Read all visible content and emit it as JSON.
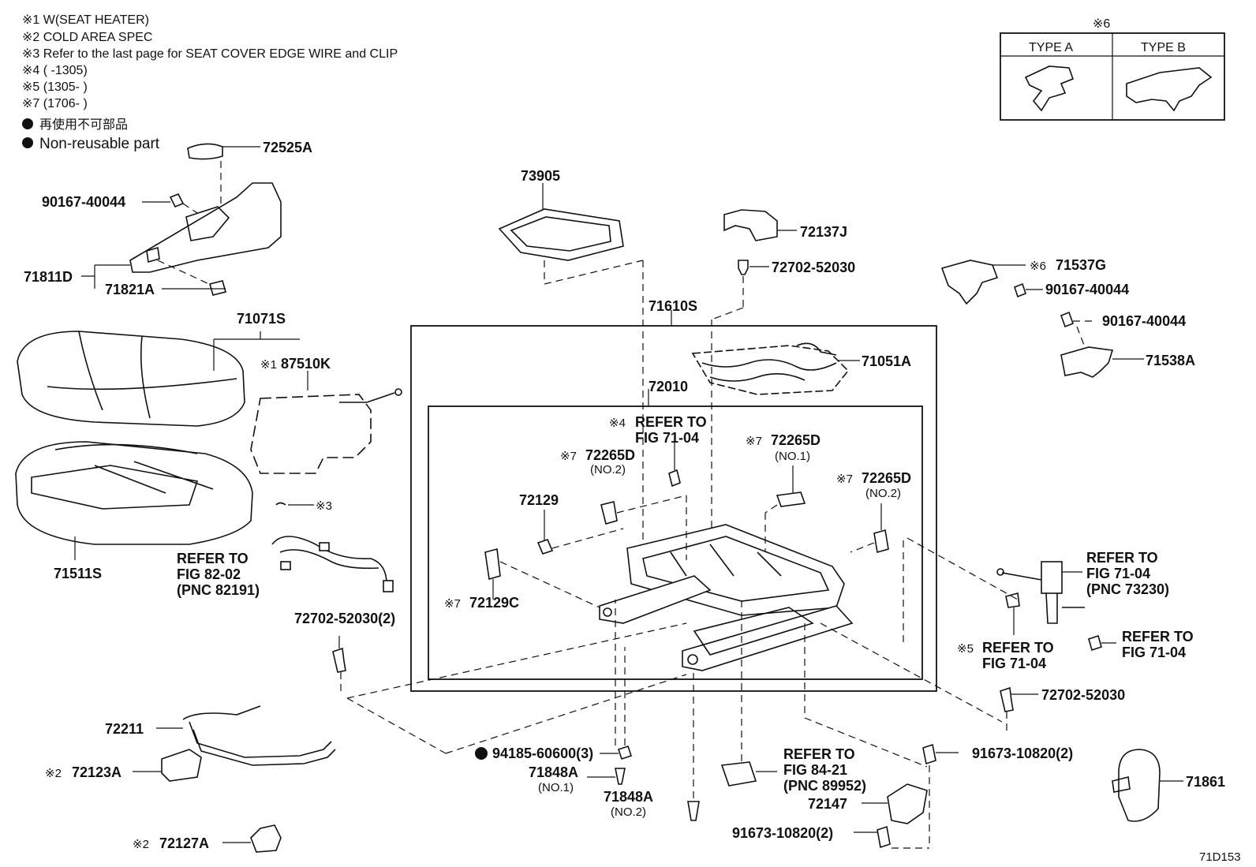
{
  "notes": {
    "n1": "※1 W(SEAT HEATER)",
    "n2": "※2 COLD AREA SPEC",
    "n3": "※3 Refer to the last page for SEAT COVER EDGE WIRE and CLIP",
    "n4": "※4 (      -1305)",
    "n5": "※5 (1305-      )",
    "n7": "※7 (1706-      )",
    "nonreusable_jp": "再使用不可部品",
    "nonreusable_en": "Non-reusable part"
  },
  "type_box": {
    "marker": "※6",
    "type_a": "TYPE A",
    "type_b": "TYPE B"
  },
  "labels": {
    "p72525A": "72525A",
    "p90167_1": "90167-40044",
    "p71811D": "71811D",
    "p71821A": "71821A",
    "p71071S": "71071S",
    "p87510K": "87510K",
    "m1": "※1",
    "m3": "※3",
    "p71511S": "71511S",
    "ref82_1": "REFER TO",
    "ref82_2": "FIG 82-02",
    "ref82_3": "(PNC 82191)",
    "p72702_a": "72702-52030(2)",
    "p72211": "72211",
    "p72123A": "72123A",
    "m2a": "※2",
    "p72127A": "72127A",
    "m2b": "※2",
    "p73905": "73905",
    "p72137J": "72137J",
    "p72702_b": "72702-52030",
    "p71610S": "71610S",
    "p72010": "72010",
    "p71051A": "71051A",
    "ref4_1": "REFER TO",
    "ref4_2": "FIG 71-04",
    "m4": "※4",
    "p72265D_a": "72265D",
    "no2_a": "(NO.2)",
    "m7a": "※7",
    "p72265D_b": "72265D",
    "no1_b": "(NO.1)",
    "m7b": "※7",
    "p72265D_c": "72265D",
    "no2_c": "(NO.2)",
    "m7c": "※7",
    "p72129": "72129",
    "p72129C": "72129C",
    "m7d": "※7",
    "p94185": "94185-60600(3)",
    "p71848A_1": "71848A",
    "no1_1": "(NO.1)",
    "p71848A_2": "71848A",
    "no2_2": "(NO.2)",
    "ref84_1": "REFER TO",
    "ref84_2": "FIG 84-21",
    "ref84_3": "(PNC 89952)",
    "p72147": "72147",
    "p91673_a": "91673-10820(2)",
    "p91673_b": "91673-10820(2)",
    "p71537G": "71537G",
    "m6": "※6",
    "p90167_2": "90167-40044",
    "p90167_3": "90167-40044",
    "p71538A": "71538A",
    "ref73230_1": "REFER TO",
    "ref73230_2": "FIG 71-04",
    "ref73230_3": "(PNC 73230)",
    "ref5_1": "REFER TO",
    "ref5_2": "FIG 71-04",
    "m5": "※5",
    "refR_1": "REFER TO",
    "refR_2": "FIG 71-04",
    "p72702_c": "72702-52030",
    "p71861": "71861",
    "fig_id": "71D153"
  }
}
